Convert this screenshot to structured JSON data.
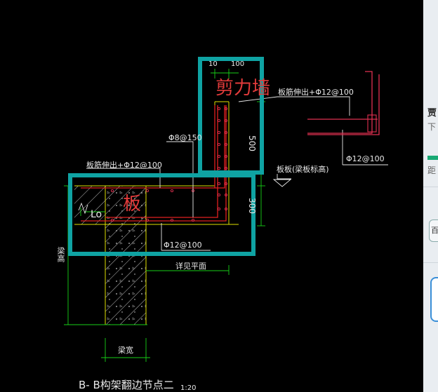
{
  "labels": {
    "shear_wall": "剪力墙",
    "slab": "板",
    "dim_top": "100",
    "rebar_wall": "板筋伸出+Φ12@100",
    "stirrup": "Φ8@150",
    "wall_height": "500",
    "rebar_slab": "板筋伸出+Φ12@100",
    "slab_elev": "板板(梁板标高)",
    "lo": "Lo",
    "slab_height": "300",
    "rebar_bottom": "Φ12@100",
    "see_plan": "详见平面",
    "beam_height": "梁高",
    "beam_width": "梁宽",
    "rebar_right": "Φ12@100",
    "title": "B- B构架翻边节点二",
    "scale": "1:20",
    "corner_mark": "10"
  },
  "side_panel": {
    "name": "贾",
    "line2": "下",
    "line3": "距",
    "badge": "百"
  },
  "colors": {
    "highlight": "#0fa3a3",
    "concrete_line": "#e0e000",
    "rebar": "#e02020",
    "dimension": "#18d018",
    "leader": "#e8e8e8",
    "detail": "#e03050"
  }
}
